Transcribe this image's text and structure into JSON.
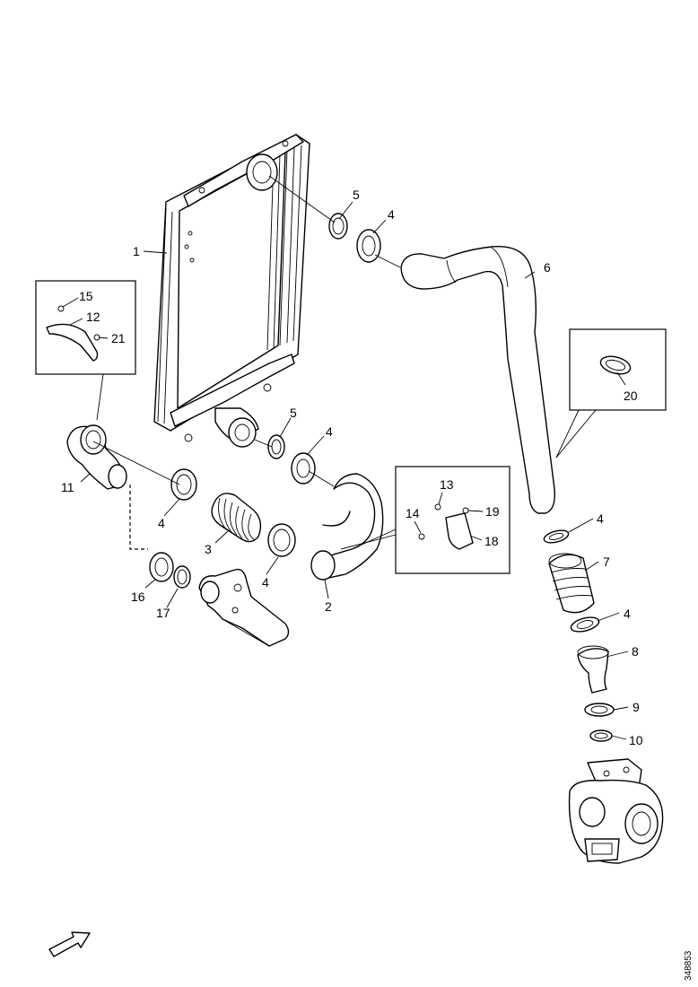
{
  "diagram": {
    "callouts": {
      "c1": "1",
      "c2": "2",
      "c3": "3",
      "c4a": "4",
      "c4b": "4",
      "c4c": "4",
      "c4d": "4",
      "c4e": "4",
      "c4f": "4",
      "c5a": "5",
      "c5b": "5",
      "c6": "6",
      "c7": "7",
      "c8": "8",
      "c9": "9",
      "c10": "10",
      "c11": "11",
      "c12": "12",
      "c13": "13",
      "c14": "14",
      "c15": "15",
      "c16": "16",
      "c17": "17",
      "c18": "18",
      "c19": "19",
      "c20": "20",
      "c21": "21"
    },
    "reference_number": "348853"
  }
}
